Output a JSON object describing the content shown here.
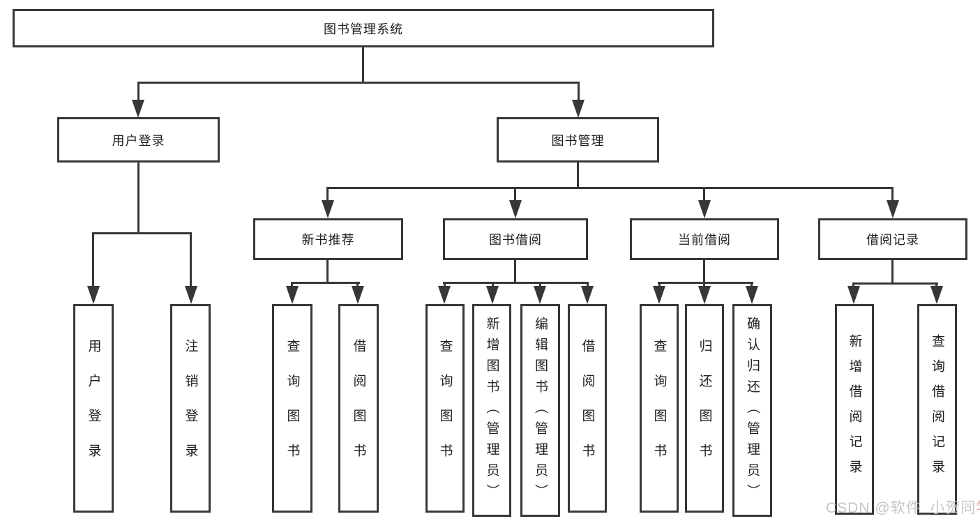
{
  "diagram": {
    "root": {
      "label": "图书管理系统"
    },
    "level2": [
      {
        "label": "用户登录",
        "children": [
          {
            "label": "用户登录"
          },
          {
            "label": "注销登录"
          }
        ]
      },
      {
        "label": "图书管理",
        "children": [
          {
            "label": "新书推荐",
            "children": [
              {
                "label": "查询图书"
              },
              {
                "label": "借阅图书"
              }
            ]
          },
          {
            "label": "图书借阅",
            "children": [
              {
                "label": "查询图书"
              },
              {
                "label": "新增图书（管理员）"
              },
              {
                "label": "编辑图书（管理员）"
              },
              {
                "label": "借阅图书"
              }
            ]
          },
          {
            "label": "当前借阅",
            "children": [
              {
                "label": "查询图书"
              },
              {
                "label": "归还图书"
              },
              {
                "label": "确认归还（管理员）"
              }
            ]
          },
          {
            "label": "借阅记录",
            "children": [
              {
                "label": "新增借阅记录"
              },
              {
                "label": "查询借阅记录"
              }
            ]
          }
        ]
      }
    ]
  },
  "watermark": {
    "prefix": "CSDN @软件_小贺同",
    "suffix": "学"
  },
  "colors": {
    "line": "#373737",
    "text": "#1f1f1f",
    "background": "#ffffff",
    "watermark": "#c6c6c6",
    "watermark_accent": "#e9adb1"
  }
}
